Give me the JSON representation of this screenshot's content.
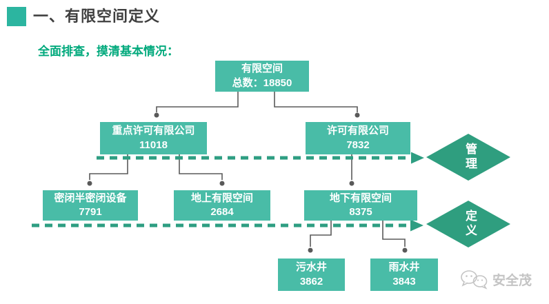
{
  "header": {
    "title": "一、有限空间定义"
  },
  "subtitle": "全面排查，摸清基本情况：",
  "tree": {
    "root": {
      "line1": "有限空间",
      "line2": "总数：18850"
    },
    "level2": [
      {
        "line1": "重点许可有限公司",
        "line2": "11018"
      },
      {
        "line1": "许可有限公司",
        "line2": "7832"
      }
    ],
    "level3": [
      {
        "line1": "密闭半密闭设备",
        "line2": "7791"
      },
      {
        "line1": "地上有限空间",
        "line2": "2684"
      },
      {
        "line1": "地下有限空间",
        "line2": "8375"
      }
    ],
    "level4": [
      {
        "line1": "污水井",
        "line2": "3862"
      },
      {
        "line1": "雨水井",
        "line2": "3843"
      }
    ]
  },
  "diamonds": [
    {
      "label": "管理"
    },
    {
      "label": "定义"
    }
  ],
  "watermark": {
    "brand": "安全茂",
    "icon": "wechat-chat-bubbles-icon"
  },
  "colors": {
    "box_teal": "#49BCA7",
    "diamond_green": "#2F9E7F",
    "dashed_arrow_green": "#2E9E82",
    "connector_gray": "#595959",
    "title_text": "#3F3F3F",
    "title_bullet_teal": "#2CB5A0",
    "subtitle_green": "#00A97C",
    "watermark_gray": "#C4C4C4"
  }
}
